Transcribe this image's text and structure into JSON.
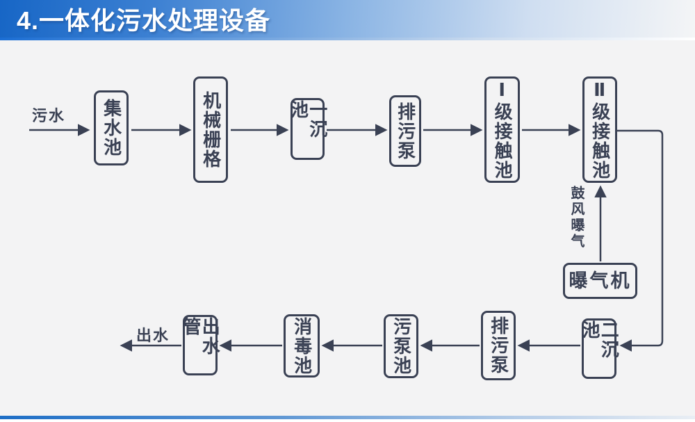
{
  "title": "4.一体化污水处理设备",
  "colors": {
    "title_blue": "#1766c6",
    "ink": "#3a4154",
    "canvas": "#f3f3f4"
  },
  "flowchart": {
    "inflow_label": "污水",
    "outflow_label": "出水",
    "aeration_label": "鼓风曝气",
    "nodes": [
      {
        "name": "collection-tank",
        "label": "集水池"
      },
      {
        "name": "mechanical-grid",
        "label": "机械栅格"
      },
      {
        "name": "primary-sedimentation-tank",
        "label": "一沉池"
      },
      {
        "name": "sewage-discharge-pump-top",
        "label": "排污泵"
      },
      {
        "name": "level-1-contact-tank",
        "label": "Ⅰ级接触池"
      },
      {
        "name": "level-2-contact-tank",
        "label": "Ⅱ级接触池"
      },
      {
        "name": "aerator",
        "label": "曝气机"
      },
      {
        "name": "secondary-sedimentation-tank",
        "label": "二沉池"
      },
      {
        "name": "sewage-discharge-pump-bottom",
        "label": "排污泵"
      },
      {
        "name": "sewage-pump-tank",
        "label": "污泵池"
      },
      {
        "name": "disinfection-tank",
        "label": "消毒池"
      },
      {
        "name": "outlet-pipe",
        "label": "出水管"
      }
    ]
  }
}
